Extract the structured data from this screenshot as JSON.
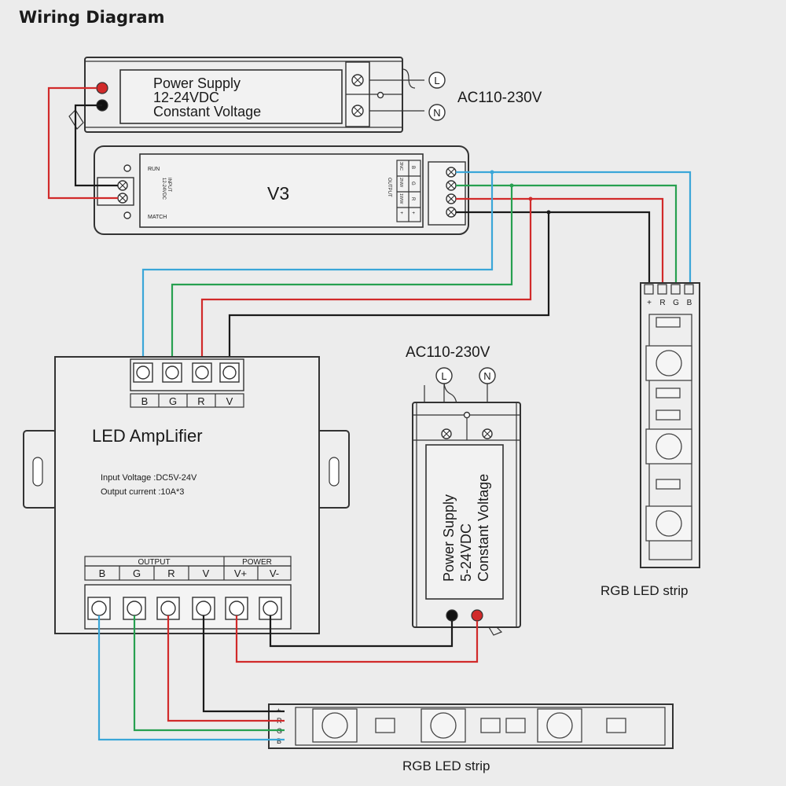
{
  "title": "Wiring Diagram",
  "power_supply_top": {
    "line1": "Power Supply",
    "line2": "12-24VDC",
    "line3": "Constant Voltage"
  },
  "ac_top": "AC110-230V",
  "mains_l": "L",
  "mains_n": "N",
  "controller": {
    "name": "V3",
    "run": "RUN",
    "match": "MATCH",
    "input_label": "INPUT",
    "input_voltage": "12-24VDC",
    "output_label": "OUTPUT",
    "output_channels": [
      [
        "3NC",
        "B"
      ],
      [
        "2NW",
        "G"
      ],
      [
        "1WW",
        "R"
      ],
      [
        "+",
        "+"
      ]
    ]
  },
  "amplifier": {
    "title": "LED AmpLifier",
    "input_voltage": "Input Voltage  :DC5V-24V",
    "output_current": "Output  current  :10A*3",
    "input_terminals": [
      "B",
      "G",
      "R",
      "V"
    ],
    "output_header": "OUTPUT",
    "power_header": "POWER",
    "output_terminals": [
      "B",
      "G",
      "R",
      "V",
      "V+",
      "V-"
    ]
  },
  "ac_mid": "AC110-230V",
  "power_supply_mid": {
    "line1": "Power Supply",
    "line2": "5-24VDC",
    "line3": "Constant Voltage"
  },
  "strip_right": {
    "pins": [
      "+",
      "R",
      "G",
      "B"
    ],
    "caption": "RGB LED strip"
  },
  "strip_bottom": {
    "pins": [
      "+",
      "R",
      "G",
      "B"
    ],
    "caption": "RGB LED strip"
  },
  "colors": {
    "red": "#d12a2a",
    "green": "#27a050",
    "blue": "#3aa6d8",
    "black": "#1a1a1a"
  }
}
